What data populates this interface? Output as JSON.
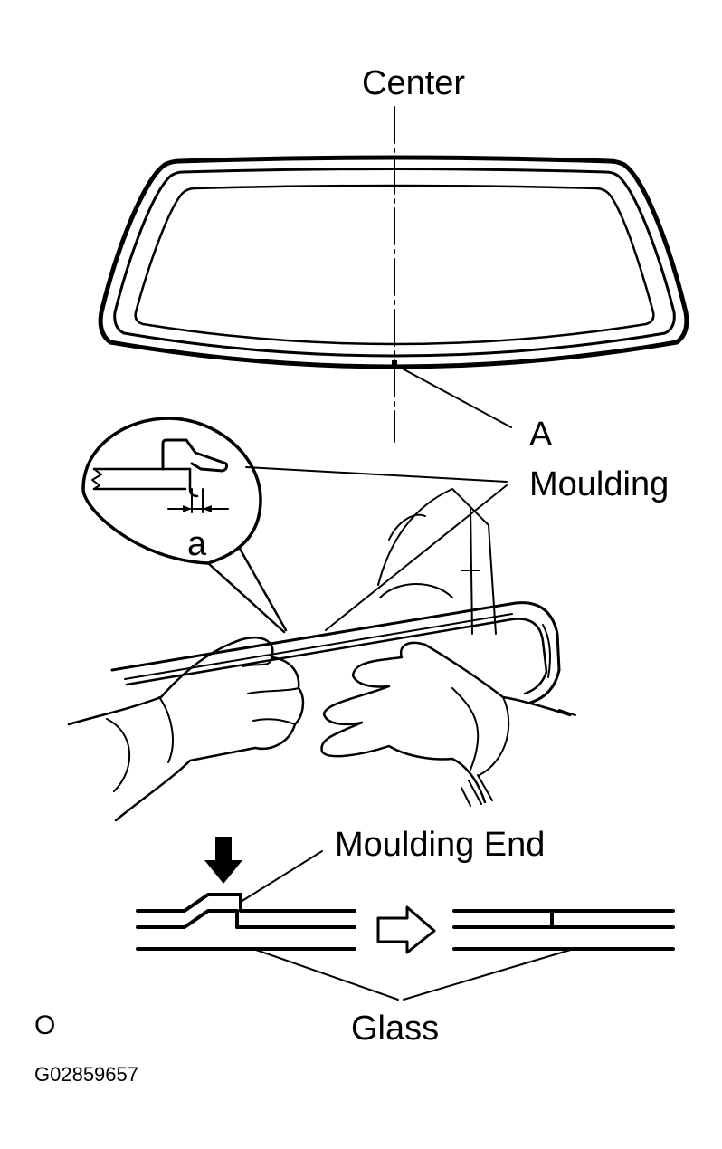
{
  "labels": {
    "center": "Center",
    "a_upper": "A",
    "moulding": "Moulding",
    "a_lower": "a",
    "moulding_end": "Moulding End",
    "glass": "Glass",
    "view_mark": "O",
    "figure_code": "G02859657"
  }
}
